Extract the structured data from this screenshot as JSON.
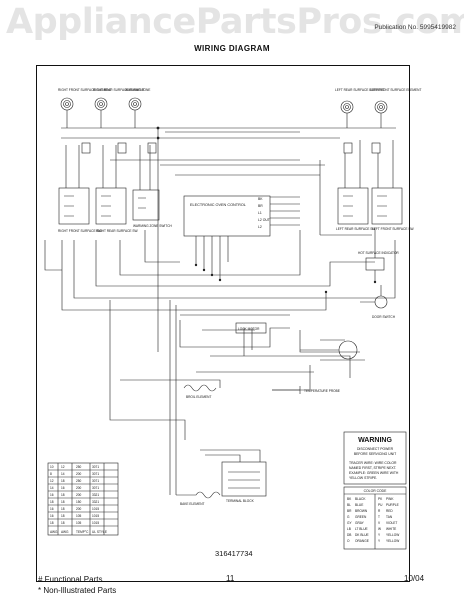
{
  "watermark": "AppliancePartsPros.com",
  "publication": "Publication No. 5995419982",
  "title": "WIRING DIAGRAM",
  "part_number": "316417734",
  "labels": {
    "rf_element": "RIGHT FRONT SURFACE ELEMENT",
    "rr_element": "RIGHT REAR SURFACE ELEMENT",
    "warming_zone": "WARMING ZONE",
    "lr_element": "LEFT REAR SURFACE ELEMENT",
    "lf_element": "LEFT FRONT SURFACE ELEMENT",
    "rf_switch": "RIGHT FRONT SURFACE SW.",
    "rr_switch": "RIGHT REAR SURFACE SW.",
    "wz_switch": "WARMING ZONE SWITCH",
    "lr_switch": "LEFT REAR SURFACE SW.",
    "lf_switch": "LEFT FRONT SURFACE SW.",
    "hot_surface": "HOT SURFACE INDICATOR",
    "eoc": "ELECTRONIC OVEN CONTROL",
    "door_switch": "DOOR SWITCH",
    "lock_motor": "LOCK MOTOR",
    "temp_probe": "TEMPERATURE PROBE",
    "broil_element": "BROIL ELEMENT",
    "bake_element": "BAKE ELEMENT",
    "terminal_block": "TERMINAL BLOCK",
    "eoc_terms": [
      "BK",
      "BR",
      "L1",
      "L2 OUT",
      "L2"
    ]
  },
  "warning": {
    "title": "WARNING",
    "lines": [
      "DISCONNECT POWER",
      "BEFORE SERVICING UNIT"
    ],
    "notes": [
      "TRACER WIRE: WIRE COLOR",
      "NAMED FIRST, STRIPE NEXT.",
      "EXAMPLE: GREEN WIRE WITH",
      "YELLOW STRIPE."
    ]
  },
  "color_code": {
    "title": "COLOR CODE",
    "rows": [
      [
        "BK",
        "BLACK",
        "PK",
        "PINK"
      ],
      [
        "BL",
        "BLUE",
        "PU",
        "PURPLE"
      ],
      [
        "BR",
        "BROWN",
        "R",
        "RED"
      ],
      [
        "G",
        "GREEN",
        "T",
        "TAN"
      ],
      [
        "GY",
        "GRAY",
        "V",
        "VIOLET"
      ],
      [
        "LB",
        "LT BLUE",
        "W",
        "WHITE"
      ],
      [
        "DB",
        "DK BLUE",
        "Y",
        "YELLOW"
      ],
      [
        "O",
        "ORANGE",
        "Y",
        "YELLOW"
      ]
    ]
  },
  "wire_table": {
    "rows": [
      [
        "10",
        "12",
        "250",
        "3071"
      ],
      [
        "8",
        "14",
        "200",
        "3071"
      ],
      [
        "12",
        "18",
        "250",
        "3071"
      ],
      [
        "14",
        "16",
        "200",
        "3071"
      ],
      [
        "16",
        "18",
        "200",
        "3321"
      ],
      [
        "18",
        "18",
        "150",
        "3321"
      ],
      [
        "16",
        "18",
        "200",
        "1015"
      ],
      [
        "16",
        "18",
        "105",
        "1015"
      ],
      [
        "18",
        "18",
        "105",
        "1015"
      ]
    ],
    "header": [
      "AWG",
      "AWG",
      "TEMP°C",
      "UL STYLE"
    ]
  },
  "footer": {
    "functional": "# Functional Parts",
    "non_illustrated": "* Non-Illustrated Parts",
    "page": "11",
    "date": "10/04"
  }
}
